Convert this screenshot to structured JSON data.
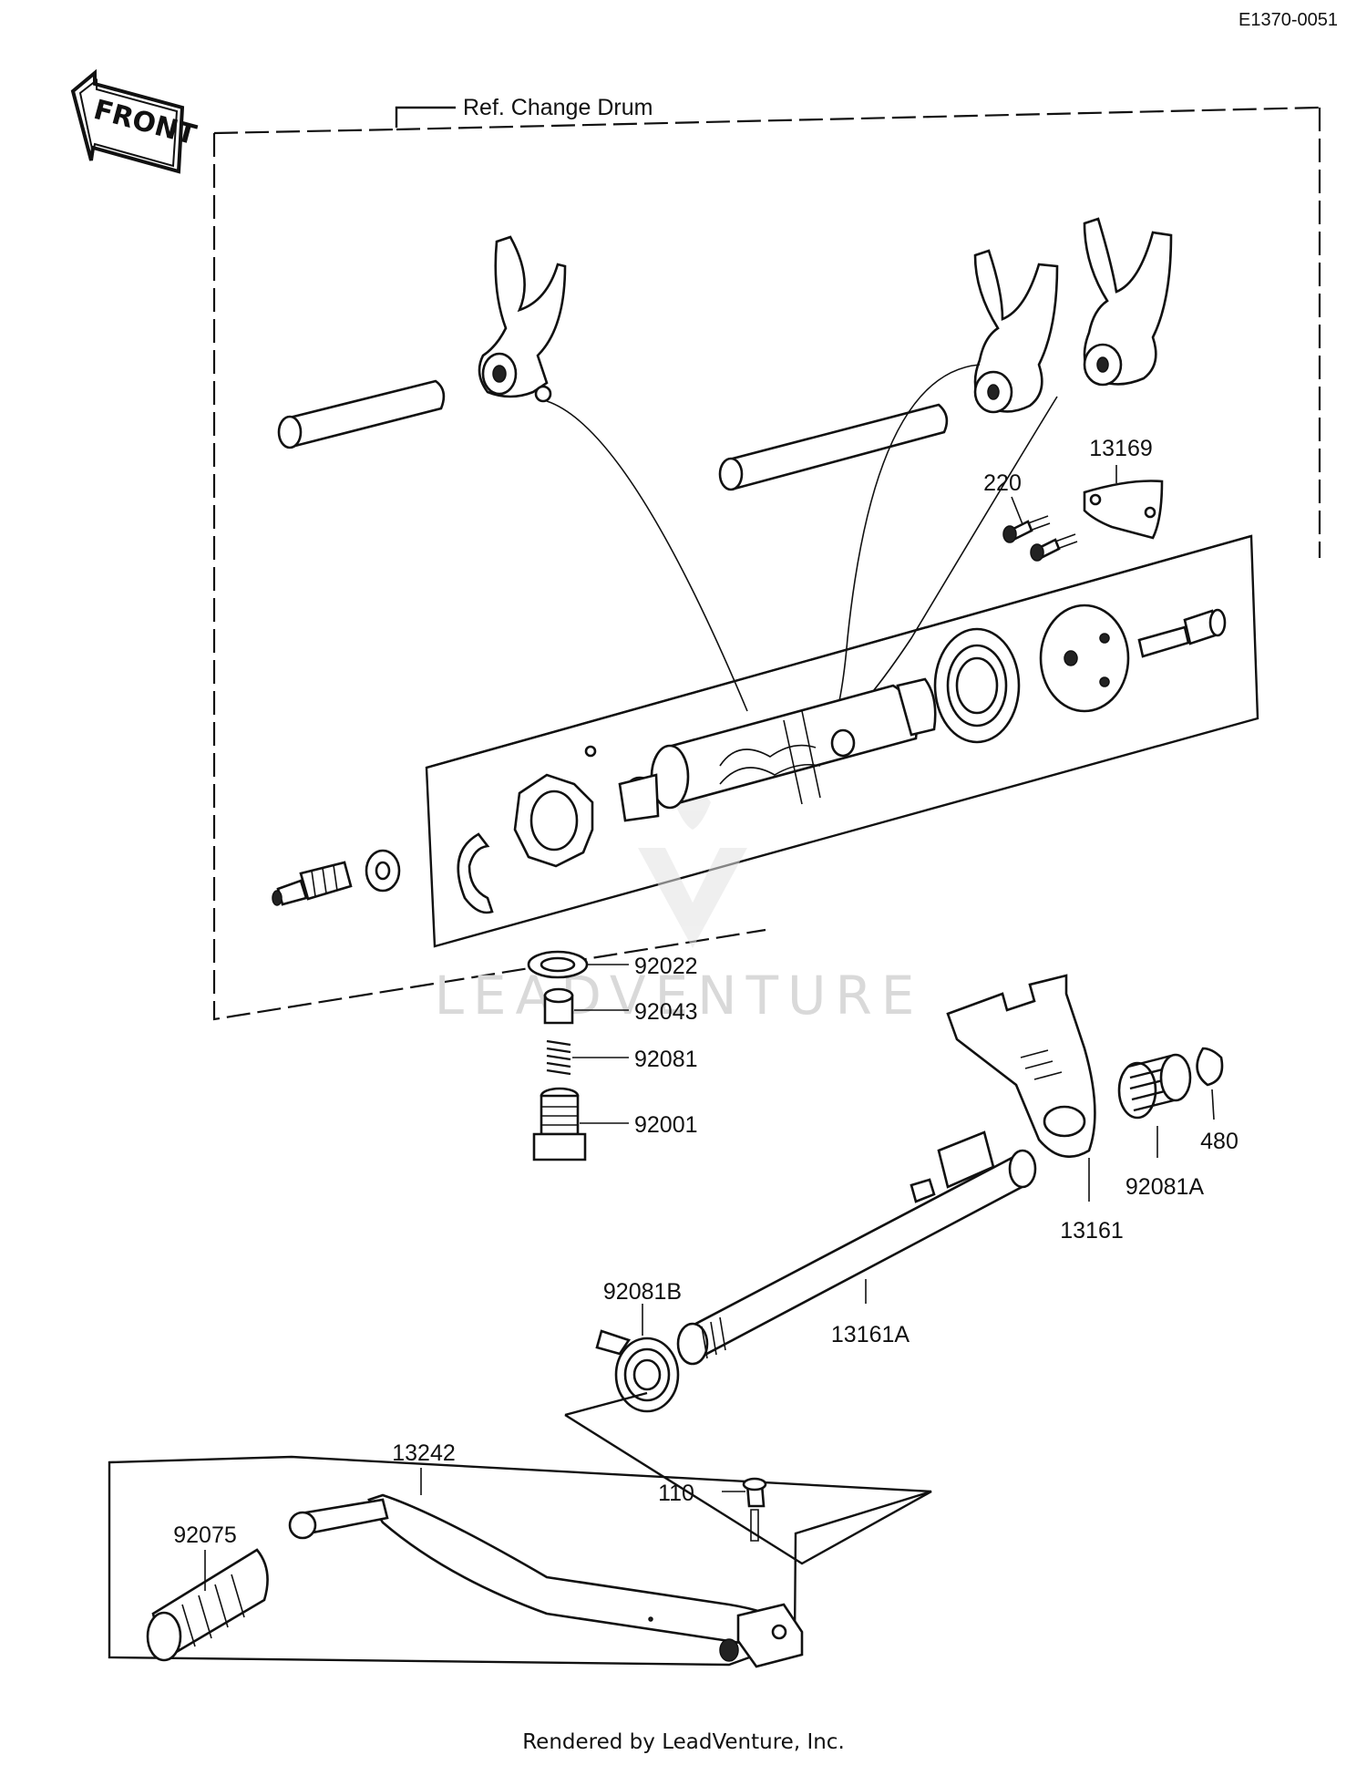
{
  "diagram": {
    "code": "E1370-0051",
    "front_label": "FRONT",
    "ref_label": "Ref.  Change Drum",
    "watermark": "LEADVENTURE",
    "footer": "Rendered by LeadVenture, Inc.",
    "callouts": {
      "p13169": "13169",
      "p220": "220",
      "p92022": "92022",
      "p92043": "92043",
      "p92081": "92081",
      "p92001": "92001",
      "p480": "480",
      "p92081A": "92081A",
      "p13161": "13161",
      "p92081B": "92081B",
      "p13161A": "13161A",
      "p13242": "13242",
      "p110": "110",
      "p92075": "92075"
    }
  }
}
